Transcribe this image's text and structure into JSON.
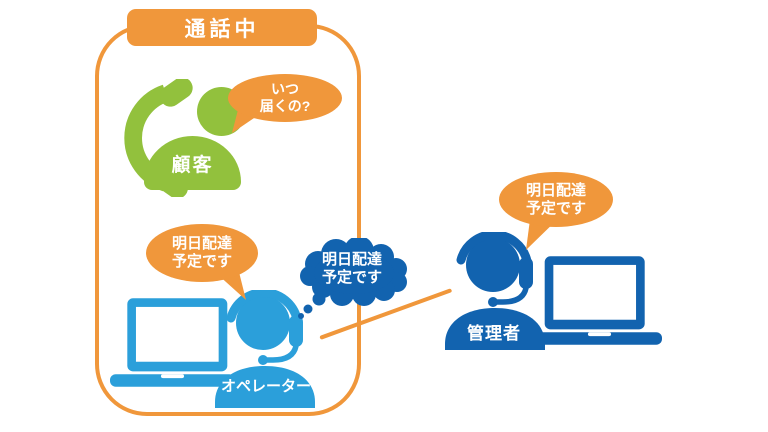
{
  "colors": {
    "orange": "#F0973B",
    "green": "#92C13D",
    "operator_blue": "#2B9FDA",
    "manager_blue": "#1263AF",
    "bubble_text": "#FFFFFF"
  },
  "header": {
    "title": "通話中"
  },
  "customer": {
    "label": "顧客",
    "speech": {
      "line1": "いつ",
      "line2": "届くの?"
    }
  },
  "operator": {
    "label": "オペレーター",
    "speech": {
      "line1": "明日配達",
      "line2": "予定です"
    },
    "thought": {
      "line1": "明日配達",
      "line2": "予定です"
    }
  },
  "manager": {
    "label": "管理者",
    "speech": {
      "line1": "明日配達",
      "line2": "予定です"
    }
  }
}
